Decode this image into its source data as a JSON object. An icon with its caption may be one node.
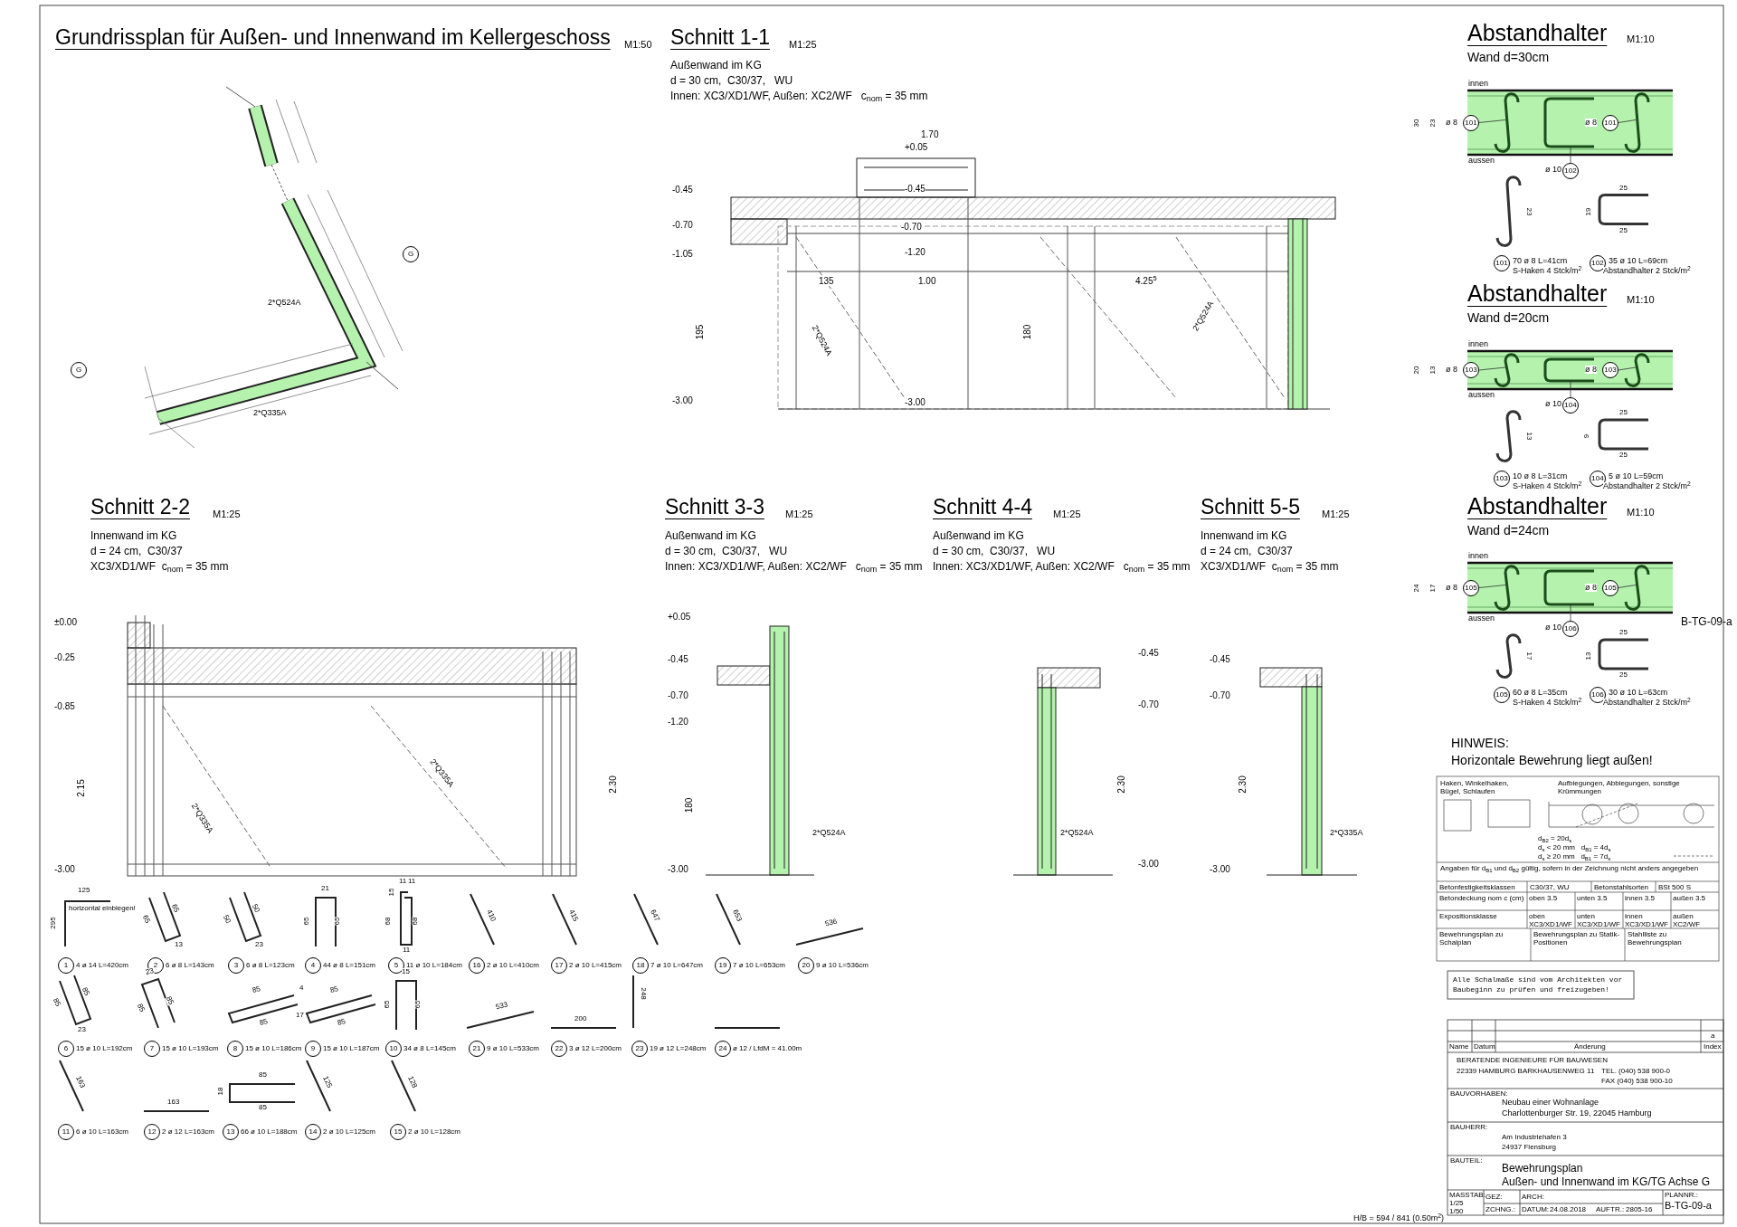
{
  "diagram": {
    "labels": [
      "Grundrissplan für Außen- und Innenwand im Kellergeschoss",
      "M1:50",
      "Schnitt 1-1",
      "M1:25",
      "Außenwand im KG",
      "d = 30 cm,  C30/37,   WU",
      "Innen: XC3/XD1/WF, Außen: XC2/WF   c$_{nom}$ = 35 mm",
      "Abstandhalter",
      "M1:10",
      "Wand d=30cm",
      "innen",
      "aussen",
      "30",
      "23",
      "ø 8",
      "101",
      "ø 8",
      "101",
      "ø 10",
      "102",
      "23",
      "25",
      "19",
      "25",
      "101",
      "70 ø 8 L=41cm",
      "S-Haken 4 Stck/m$^{2}$",
      "102",
      "35 ø 10 L=69cm",
      "Abstandhalter 2 Stck/m$^{2}$",
      "Abstandhalter",
      "M1:10",
      "Wand d=20cm",
      "innen",
      "aussen",
      "20",
      "13",
      "ø 8",
      "103",
      "ø 8",
      "103",
      "ø 10",
      "104",
      "13",
      "25",
      "9",
      "25",
      "103",
      "10 ø 8 L=31cm",
      "S-Haken 4 Stck/m$^{2}$",
      "104",
      "5 ø 10 L=59cm",
      "Abstandhalter 2 Stck/m$^{2}$",
      "Abstandhalter",
      "M1:10",
      "Wand d=24cm",
      "innen",
      "aussen",
      "24",
      "17",
      "ø 8",
      "105",
      "ø 8",
      "105",
      "ø 10",
      "106",
      "17",
      "25",
      "13",
      "25",
      "105",
      "60 ø 8 L=35cm",
      "S-Haken 4 Stck/m$^{2}$",
      "106",
      "30 ø 10 L=63cm",
      "Abstandhalter 2 Stck/m$^{2}$",
      "B-TG-09-a",
      "HINWEIS:",
      "Horizontale Bewehrung liegt außen!",
      "Haken, Winkelhaken, Bügel, Schlaufen",
      "Aufbiegungen, Abbiegungen, sonstige Krümmungen",
      "d$_{B2}$ = 20d$_{s}$",
      "d$_{s}$ < 20 mm   d$_{B1}$ = 4d$_{s}$",
      "d$_{s}$ ≥ 20 mm   d$_{B1}$ = 7d$_{s}$",
      "Angaben für d$_{B1}$ und d$_{B2}$ gültig, sofern in der Zeichnung nicht anders angegeben",
      "Betonfestigkeitsklassen",
      "C30/37, WU",
      "Betonstahlsorten",
      "BSt 500 S",
      "Betondeckung nom c (cm)",
      "oben  3.5",
      "unten  3.5",
      "innen  3.5",
      "außen  3.5",
      "Expositionsklasse",
      "oben  XC3/XD1/WF",
      "unten  XC3/XD1/WF",
      "innen  XC3/XD1/WF",
      "außen  XC2/WF",
      "Bewehrungsplan zu Schalplan",
      "Bewehrungsplan zu Statik-Positionen",
      "Stahlliste zu Bewehrungsplan",
      "Alle Schalmaße sind vom Architekten vor Baubeginn zu prüfen und freizugeben!",
      "Name",
      "Datum",
      "Änderung",
      "Index",
      "a",
      "BERATENDE INGENIEURE FÜR BAUWESEN",
      "22339 HAMBURG BARKHAUSENWEG 11",
      "TEL. (040) 538 900-0",
      "FAX (040) 538 900-10",
      "BAUVORHABEN:",
      "Neubau einer Wohnanlage",
      "Charlottenburger Str. 19, 22045 Hamburg",
      "BAUHERR:",
      "Am Industriehafen 3",
      "24937 Flensburg",
      "BAUTEIL:",
      "Bewehrungsplan",
      "Außen- und Innenwand im KG/TG  Achse G",
      "MASSTAB:",
      "1/25",
      "1/50",
      "GEZ:",
      "ZCHNG.:",
      "ARCH:",
      "DATUM:",
      "24.08.2018",
      "AUFTR.:",
      "2805-16",
      "PLANNR.:",
      "B-TG-09-a",
      "H/B = 594 / 841 (0.50m$^{2}$)",
      "Schnitt 2-2",
      "M1:25",
      "Innenwand im KG",
      "d = 24 cm,  C30/37",
      "XC3/XD1/WF  c$_{nom}$ = 35 mm",
      "Schnitt 3-3",
      "M1:25",
      "Außenwand im KG",
      "d = 30 cm,  C30/37,   WU",
      "Innen: XC3/XD1/WF, Außen: XC2/WF   c$_{nom}$ = 35 mm",
      "Schnitt 4-4",
      "M1:25",
      "Außenwand im KG",
      "d = 30 cm,  C30/37,   WU",
      "Innen: XC3/XD1/WF, Außen: XC2/WF   c$_{nom}$ = 35 mm",
      "Schnitt 5-5",
      "M1:25",
      "Innenwand im KG",
      "d = 24 cm,  C30/37",
      "XC3/XD1/WF  c$_{nom}$ = 35 mm",
      "-0.45",
      "-0.70",
      "-1.05",
      "-3.00",
      "+0.05",
      "-0.45",
      "-0.70",
      "-1.20",
      "-3.00",
      "1.70",
      "135",
      "1.00",
      "4.25$^{5}$",
      "195",
      "180",
      "2*Q524A",
      "2*Q524A",
      "±0.00",
      "-0.25",
      "-0.85",
      "-3.00",
      "2.15",
      "2.30",
      "2*Q335A",
      "2*Q335A",
      "+0.05",
      "-0.45",
      "-0.70",
      "-1.20",
      "-3.00",
      "180",
      "2*Q524A",
      "-0.45",
      "-0.70",
      "-3.00",
      "2.30",
      "2*Q524A",
      "-0.45",
      "-0.70",
      "-3.00",
      "2.30",
      "2*Q335A",
      "2*Q524A",
      "2*Q335A",
      "G",
      "G",
      "1",
      "4 ø 14 L=420cm",
      "125",
      "295",
      "horizontal einbiegen!",
      "2",
      "6 ø 8 L=143cm",
      "65",
      "65",
      "13",
      "3",
      "6 ø 8 L=123cm",
      "50",
      "50",
      "23",
      "4",
      "44 ø 8 L=151cm",
      "21",
      "65",
      "65",
      "5",
      "11 ø 10 L=184cm",
      "15",
      "11",
      "11",
      "68",
      "68",
      "11",
      "16",
      "2 ø 10 L=410cm",
      "410",
      "17",
      "2 ø 10 L=415cm",
      "415",
      "18",
      "7 ø 10 L=647cm",
      "647",
      "19",
      "7 ø 10 L=653cm",
      "653",
      "20",
      "9 ø 10 L=536cm",
      "536",
      "6",
      "15 ø 10 L=192cm",
      "85",
      "85",
      "23",
      "7",
      "15 ø 10 L=193cm",
      "23",
      "85",
      "85",
      "8",
      "15 ø 10 L=186cm",
      "85",
      "85",
      "4",
      "9",
      "15 ø 10 L=187cm",
      "85",
      "85",
      "17",
      "10",
      "34 ø 8 L=145cm",
      "15",
      "65",
      "65",
      "21",
      "9 ø 10 L=533cm",
      "533",
      "22",
      "3 ø 12 L=200cm",
      "200",
      "23",
      "19 ø 12 L=248cm",
      "248",
      "24",
      "ø 12 / LfdM = 41.00m",
      "11",
      "6 ø 10 L=163cm",
      "163",
      "12",
      "2 ø 12 L=163cm",
      "163",
      "13",
      "66 ø 10 L=188cm",
      "85",
      "18",
      "85",
      "14",
      "2 ø 10 L=125cm",
      "125",
      "15",
      "2 ø 10 L=128cm",
      "128"
    ]
  }
}
